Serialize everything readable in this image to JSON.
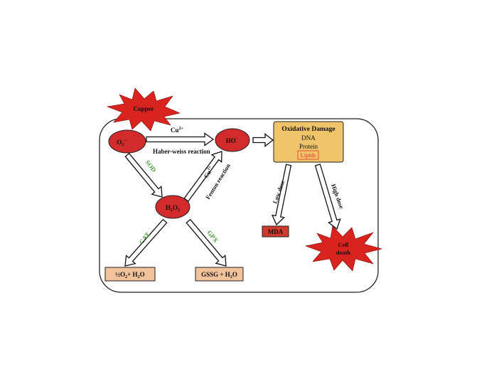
{
  "nodes": {
    "copper": "Copper",
    "superoxide": {
      "main": "O",
      "sub": "2",
      "sup": "·−"
    },
    "hydroxyl": {
      "main": "HO",
      "sup": "·"
    },
    "h2o2": {
      "main": "H",
      "sub1": "2",
      "mid": "O",
      "sub2": "2"
    },
    "damage_title": "Oxidative Damage",
    "damage_dna": "DNA",
    "damage_protein": "Protein",
    "damage_lipids": "Lipids",
    "mda": "MDA",
    "cell_death_1": "Cell",
    "cell_death_2": "death",
    "water_product": {
      "frac": "½",
      "o": "O",
      "osub": "2",
      "plus": "+ H",
      "hsub": "2",
      "tail": "O"
    },
    "gssg_product": {
      "main": "GSSG + H",
      "sub": "2",
      "tail": "O"
    }
  },
  "edges": {
    "cu_top": {
      "main": "Cu",
      "sup": "2+"
    },
    "haber_weiss": "Haber-weiss reaction",
    "cu_fenton": {
      "main": "Cu",
      "sup": "2+"
    },
    "fenton": "Fenton reaction",
    "sod": "SOD",
    "cat": "CAT",
    "gpx": "GPX",
    "low_dose": "Low dose",
    "high_dose": "High dose"
  },
  "colors": {
    "ellipse_red": "#d32b2b",
    "burst_red": "#d9231e",
    "damage_box": "#f0c56a",
    "mda_box": "#d23a2f",
    "product_box": "#f2c29b",
    "enzyme_green": "#4a9a3a",
    "lipids_red": "#e0302a"
  }
}
